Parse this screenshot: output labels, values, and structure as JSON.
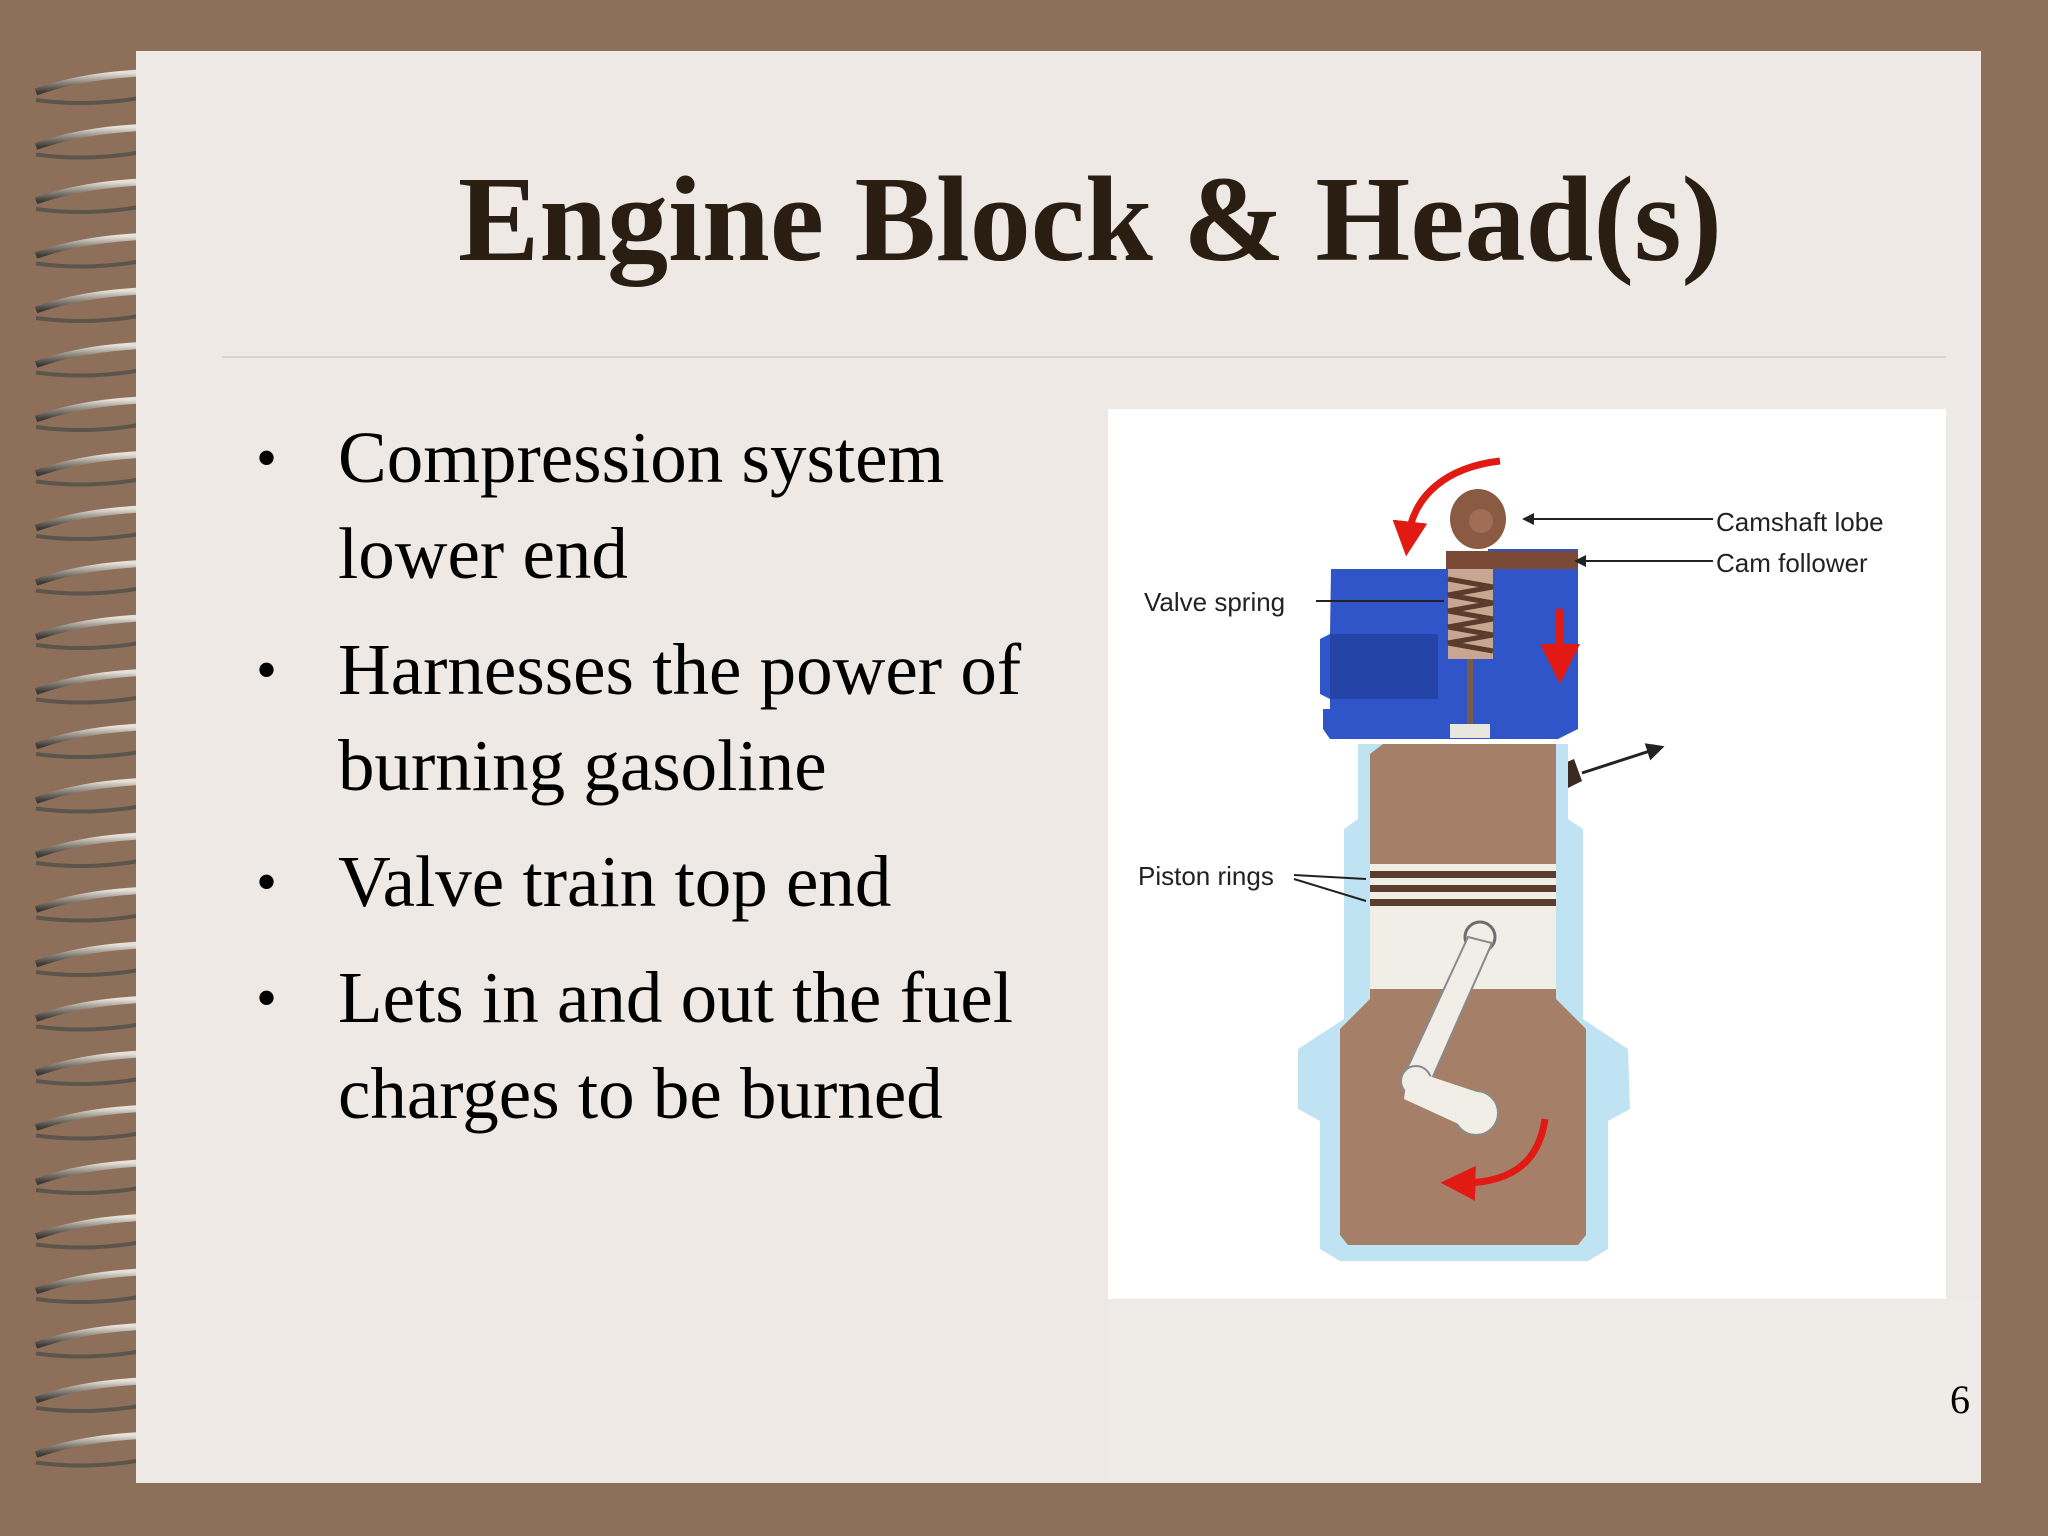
{
  "slide": {
    "title": "Engine Block & Head(s)",
    "bullets": [
      {
        "marker": "•",
        "text": "Compression system lower end"
      },
      {
        "marker": "•",
        "text": "Harnesses the power of burning gasoline"
      },
      {
        "marker": "•",
        "text": "Valve train top end"
      },
      {
        "marker": "•",
        "text": "Lets in and out the fuel charges to be burned"
      }
    ],
    "page_number": "6"
  },
  "figure": {
    "labels": {
      "camshaft_lobe": "Camshaft lobe",
      "cam_follower": "Cam follower",
      "valve_spring": "Valve spring",
      "piston_rings": "Piston rings"
    }
  },
  "colors": {
    "background": "#8e6f5a",
    "paper": "#eee9e5",
    "title": "#2a1d12",
    "head_blue": "#2f55c8",
    "block_fill": "#a57f68",
    "cylinder_wall": "#bfe3f2",
    "arrow_red": "#e11b14"
  }
}
